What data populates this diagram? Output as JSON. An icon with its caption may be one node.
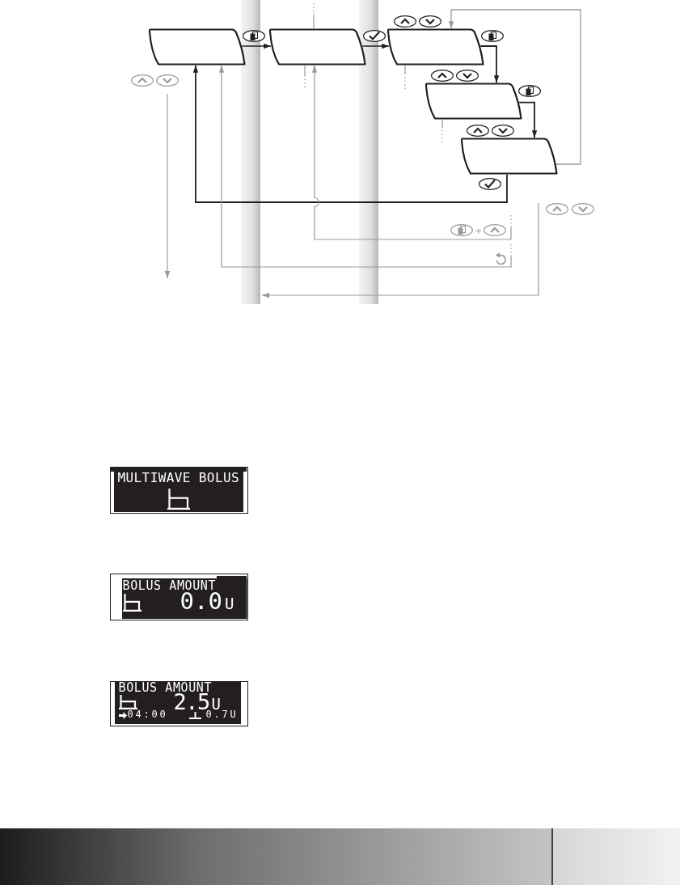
{
  "diagram": {
    "nodes": [
      {
        "text": [],
        "shape": "parallelogram"
      },
      {
        "text": [],
        "shape": "parallelogram"
      },
      {
        "text": [],
        "shape": "parallelogram"
      },
      {
        "text": [],
        "shape": "parallelogram"
      },
      {
        "text": [],
        "shape": "parallelogram"
      },
      {
        "text": [
          "MULTIWAVE BOLUS"
        ]
      },
      {
        "text": [
          "BOLUS AMOUNT",
          "0.0",
          "U"
        ]
      },
      {
        "text": [
          "BOLUS AMOUNT",
          "2.5",
          "U",
          "04:00",
          "0.7U"
        ]
      }
    ],
    "edges": [
      {
        "from": 0,
        "to": 1,
        "arrow": "to",
        "color": "#231f20"
      },
      {
        "from": 1,
        "to": 2,
        "arrow": "to",
        "color": "#231f20"
      },
      {
        "from": 2,
        "to": 3,
        "arrow": "to",
        "color": "#231f20"
      },
      {
        "from": 3,
        "to": 4,
        "arrow": "to",
        "color": "#231f20"
      },
      {
        "from": 4,
        "to": 2,
        "arrow": "to"
      },
      {
        "from": 4,
        "to": 0,
        "arrow": "to",
        "color": "#231f20"
      },
      {
        "from": null,
        "to": 1,
        "arrow": "to",
        "style": "dashed"
      },
      {
        "from": null,
        "to": 0,
        "arrow": "to",
        "style": "dashed"
      },
      {
        "from": 1,
        "to": null,
        "arrow": "none",
        "style": "dashed"
      },
      {
        "from": null,
        "to": 1,
        "arrow": "none",
        "style": "dashed"
      },
      {
        "from": 2,
        "to": null,
        "arrow": "none",
        "style": "dashed"
      },
      {
        "from": 3,
        "to": null,
        "arrow": "none",
        "style": "dashed"
      }
    ],
    "labels": [
      "+"
    ]
  }
}
